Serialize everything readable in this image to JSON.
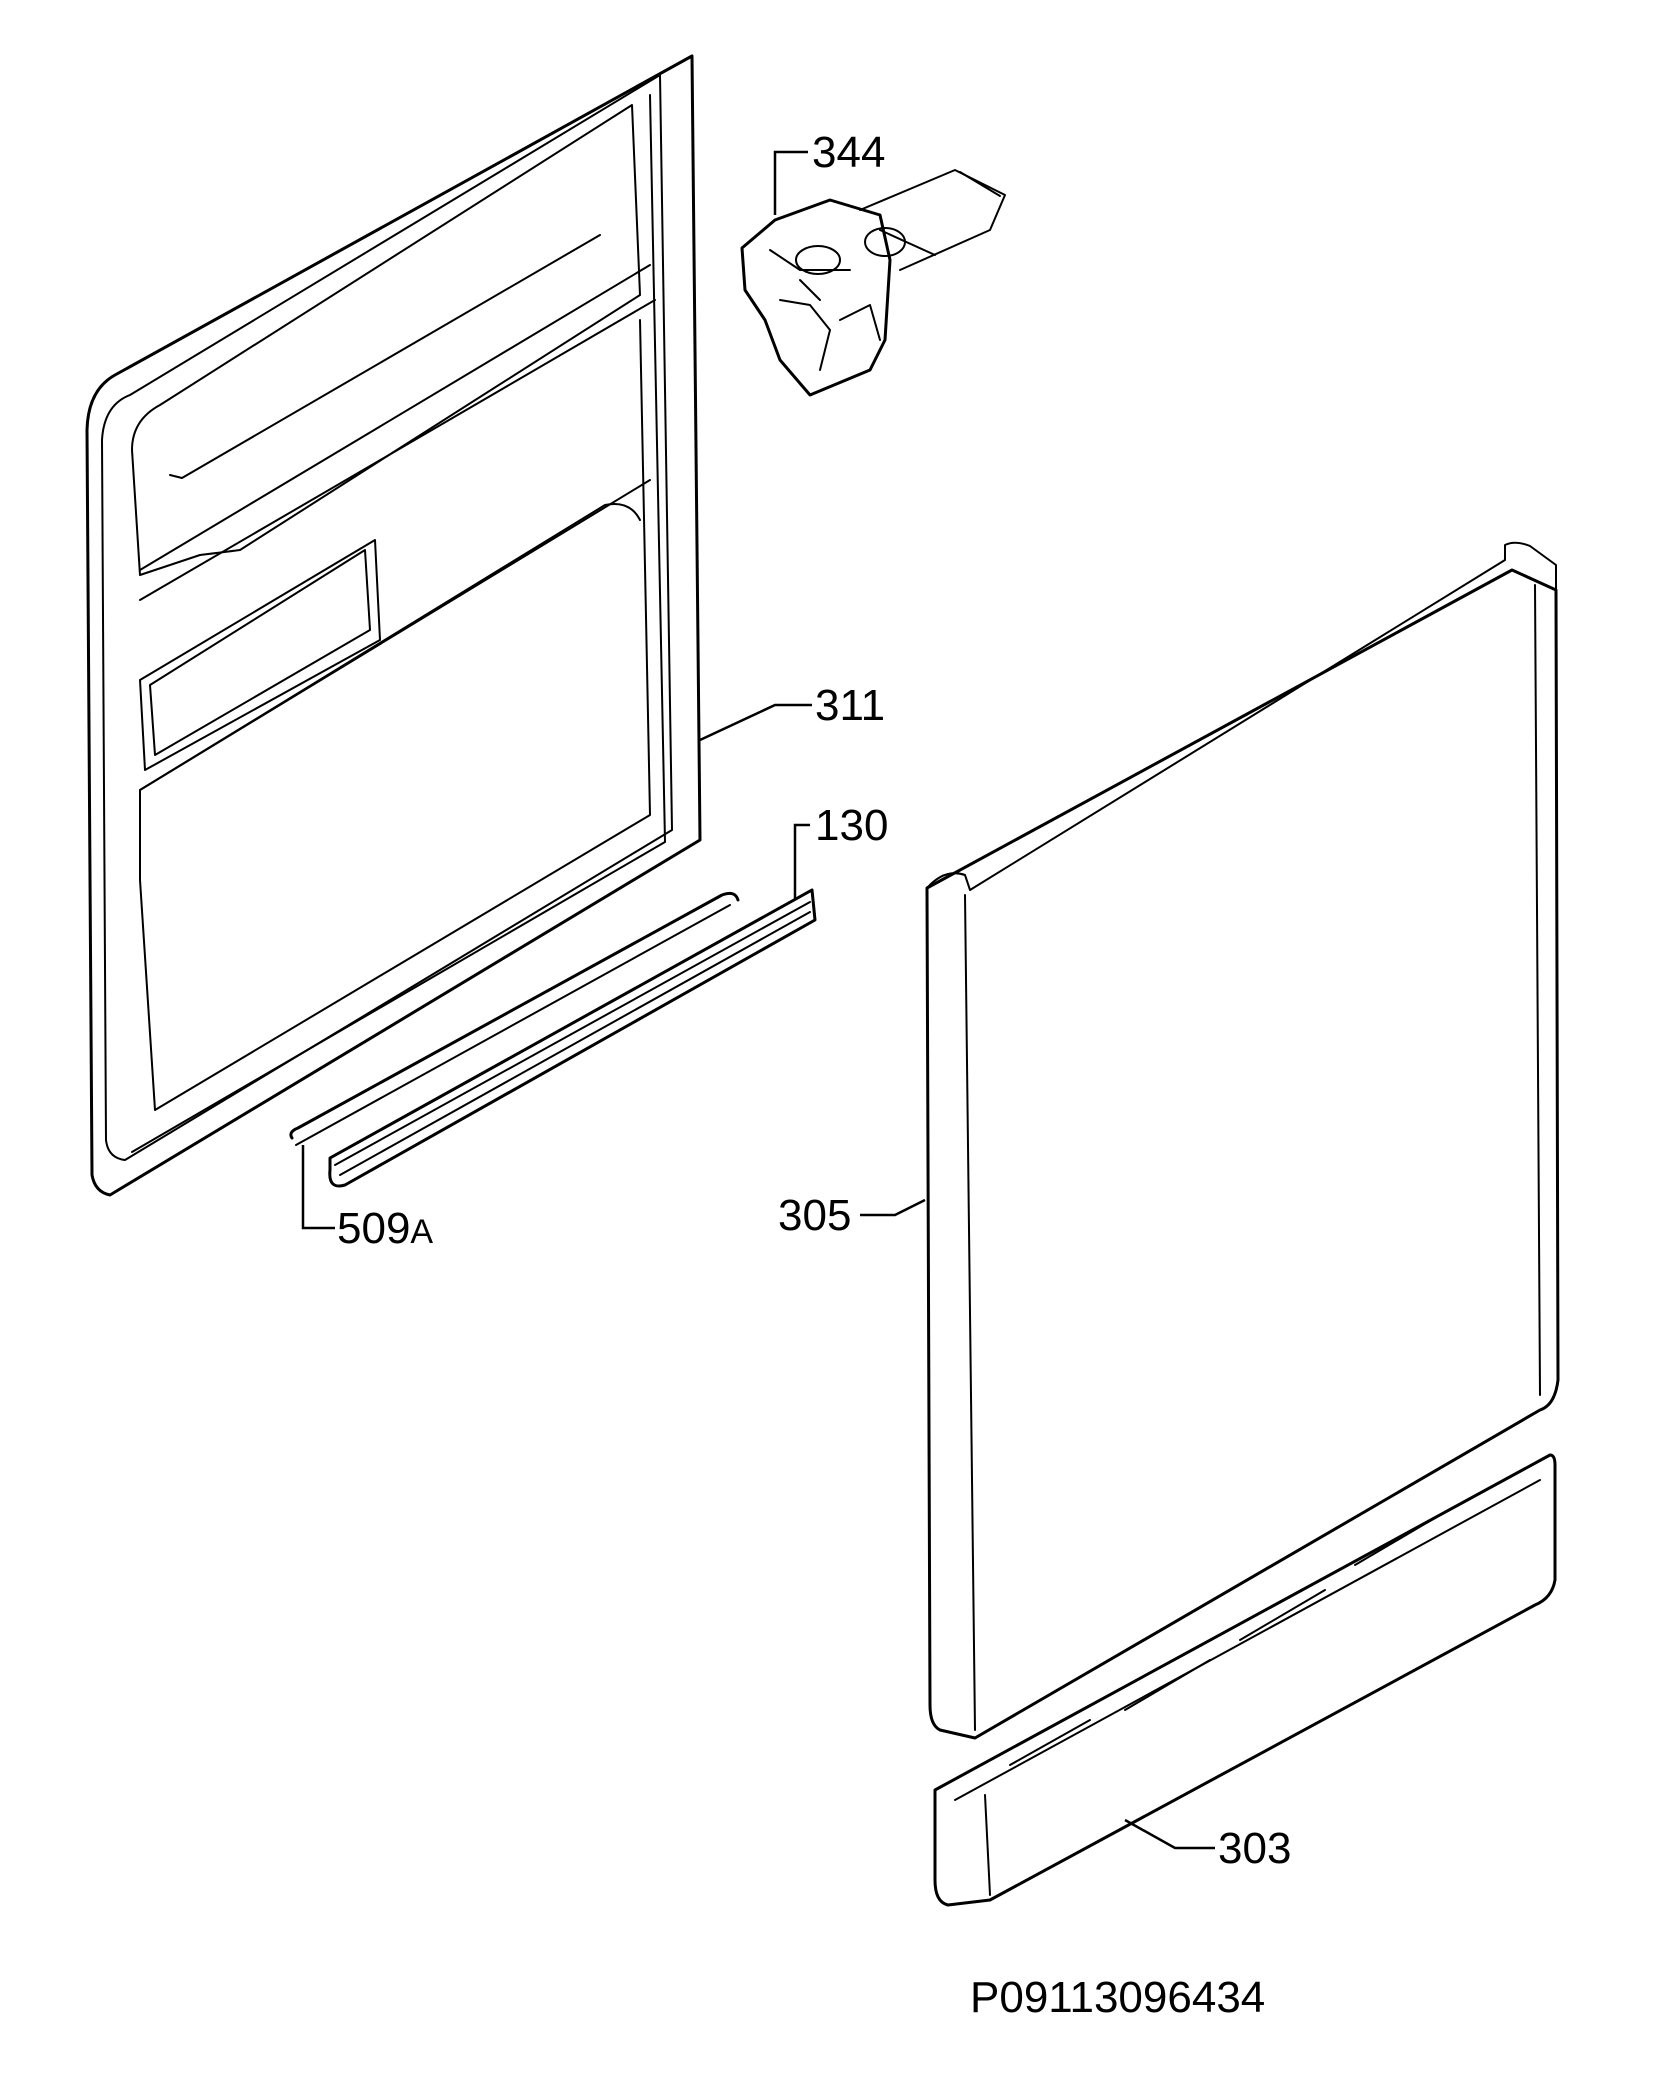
{
  "labels": {
    "p344": "344",
    "p311": "311",
    "p130": "130",
    "p509": "509",
    "p509_suffix": "A",
    "p305": "305",
    "p303": "303"
  },
  "reference": "P09113096434"
}
